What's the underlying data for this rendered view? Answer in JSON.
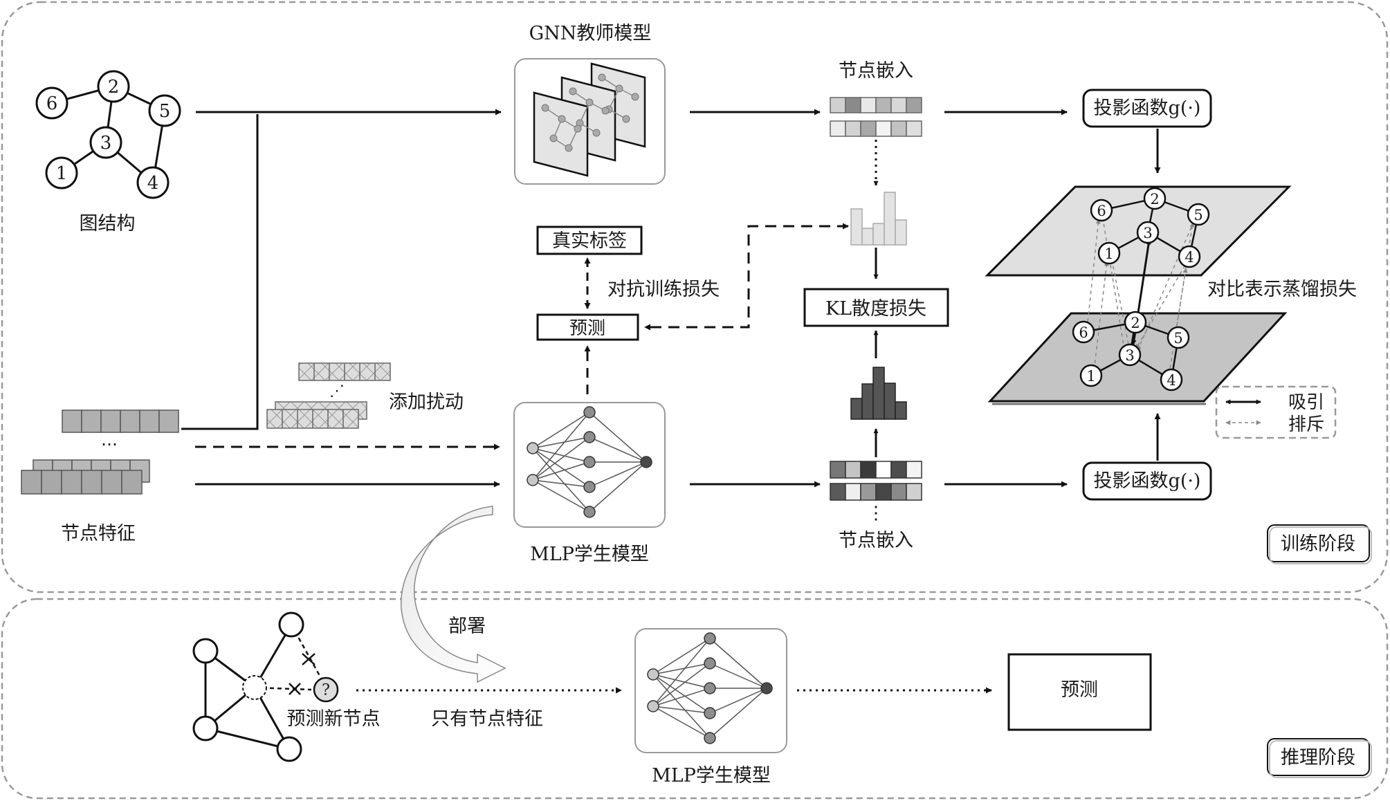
{
  "training": {
    "graph_structure": "图结构",
    "node_features": "节点特征",
    "add_perturbation": "添加扰动",
    "gnn_teacher": "GNN教师模型",
    "mlp_student": "MLP学生模型",
    "node_embedding_top": "节点嵌入",
    "node_embedding_bottom": "节点嵌入",
    "true_label": "真实标签",
    "adversarial_loss": "对抗训练损失",
    "prediction": "预测",
    "kl_loss": "KL散度损失",
    "projection_top": "投影函数g(·)",
    "projection_bottom": "投影函数g(·)",
    "contrastive_loss": "对比表示蒸馏损失",
    "legend_attract": "吸引",
    "legend_repel": "排斥",
    "stage_label": "训练阶段",
    "node_numbers": [
      "1",
      "2",
      "3",
      "4",
      "5",
      "6"
    ]
  },
  "inference": {
    "deploy": "部署",
    "predict_new_node": "预测新节点",
    "only_node_features": "只有节点特征",
    "mlp_student": "MLP学生模型",
    "prediction": "预测",
    "stage_label": "推理阶段",
    "unknown_mark": "?"
  }
}
